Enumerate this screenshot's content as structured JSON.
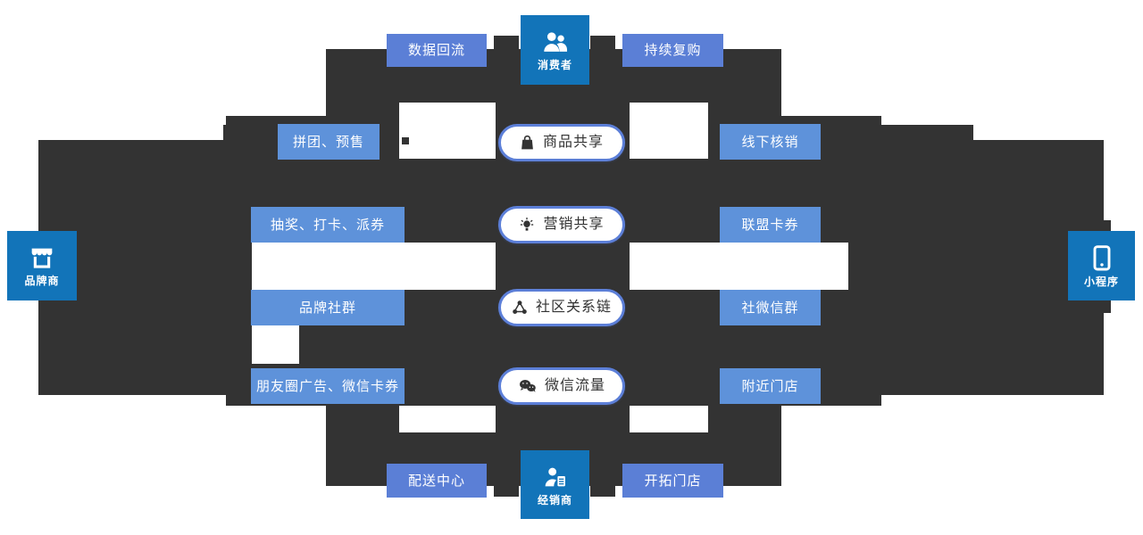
{
  "diagram": {
    "title_hint": "WeChat mini-program ecosystem flow diagram",
    "nodes": {
      "consumer": {
        "label": "消费者",
        "icon": "people-icon"
      },
      "brand": {
        "label": "品牌商",
        "icon": "storefront-icon"
      },
      "miniprogram": {
        "label": "小程序",
        "icon": "phone-icon"
      },
      "distributor": {
        "label": "经销商",
        "icon": "person-doc-icon"
      }
    },
    "corner_labels": {
      "top_left": "数据回流",
      "top_right": "持续复购",
      "bottom_left": "配送中心",
      "bottom_right": "开拓门店"
    },
    "left_column": [
      "拼团、预售",
      "抽奖、打卡、派券",
      "品牌社群",
      "朋友圈广告、微信卡券"
    ],
    "right_column": [
      "线下核销",
      "联盟卡券",
      "社微信群",
      "附近门店"
    ],
    "center_pills": [
      {
        "label": "商品共享",
        "icon": "bag-icon"
      },
      {
        "label": "营销共享",
        "icon": "bulb-icon"
      },
      {
        "label": "社区关系链",
        "icon": "network-icon"
      },
      {
        "label": "微信流量",
        "icon": "wechat-icon"
      }
    ],
    "colors": {
      "node_blue": "#1274b9",
      "corner_button_blue": "#5b7fd6",
      "row_button_blue": "#5e92da",
      "pill_border_blue": "#5c7fd8",
      "connector_dark": "#333333",
      "pill_text": "#333333",
      "button_text": "#ffffff"
    }
  }
}
